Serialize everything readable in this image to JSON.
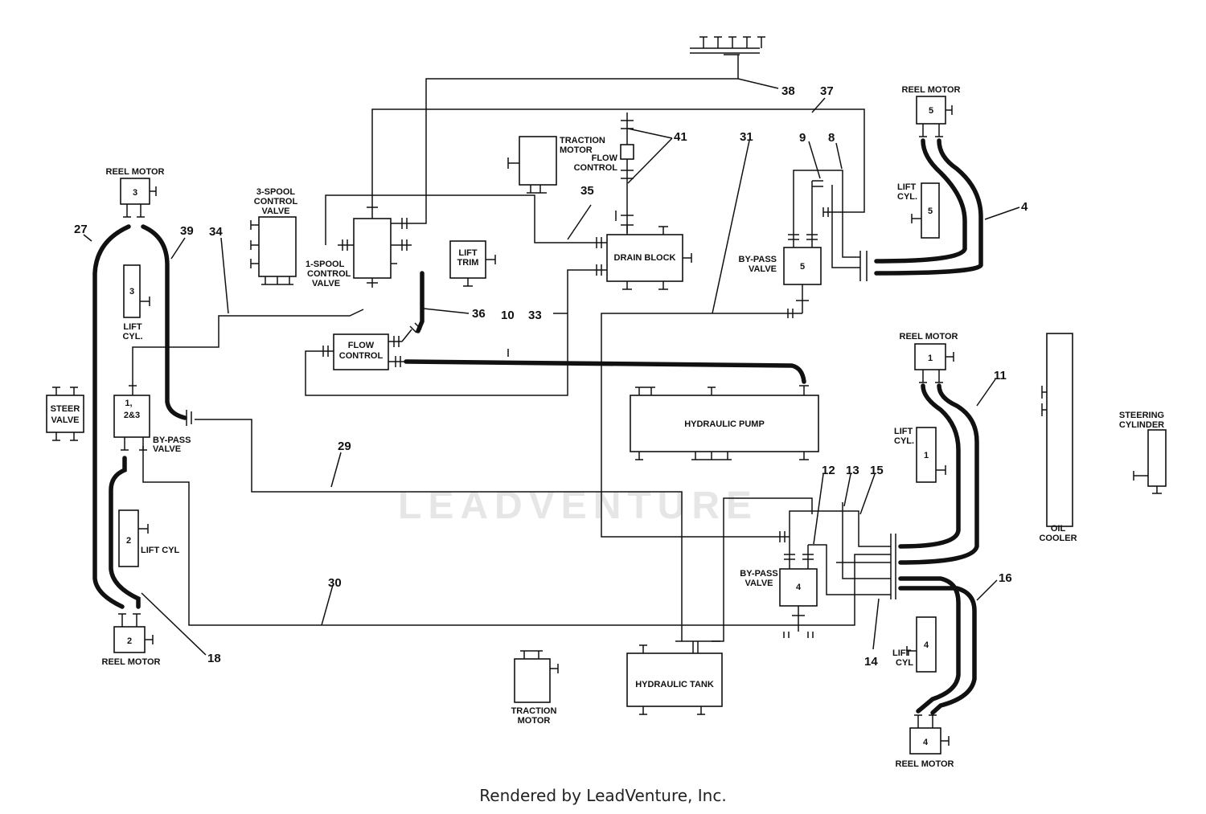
{
  "components": {
    "reel_motor_3": {
      "label": "REEL MOTOR",
      "id": "3"
    },
    "reel_motor_5": {
      "label": "REEL MOTOR",
      "id": "5"
    },
    "reel_motor_1": {
      "label": "REEL MOTOR",
      "id": "1"
    },
    "reel_motor_2": {
      "label": "REEL MOTOR",
      "id": "2"
    },
    "reel_motor_4": {
      "label": "REEL MOTOR",
      "id": "4"
    },
    "lift_cyl_3": {
      "line1": "LIFT",
      "line2": "CYL.",
      "id": "3"
    },
    "lift_cyl_5": {
      "line1": "LIFT",
      "line2": "CYL.",
      "id": "5"
    },
    "lift_cyl_1": {
      "line1": "LIFT",
      "line2": "CYL.",
      "id": "1"
    },
    "lift_cyl_2": {
      "label": "LIFT CYL",
      "id": "2"
    },
    "lift_cyl_4": {
      "line1": "LIFT",
      "line2": "CYL",
      "id": "4"
    },
    "three_spool": {
      "line1": "3-SPOOL",
      "line2": "CONTROL",
      "line3": "VALVE"
    },
    "one_spool": {
      "line1": "1-SPOOL",
      "line2": "CONTROL",
      "line3": "VALVE"
    },
    "traction_motor_top": {
      "line1": "TRACTION",
      "line2": "MOTOR"
    },
    "traction_motor_bottom": {
      "line1": "TRACTION",
      "line2": "MOTOR"
    },
    "flow_control_top": {
      "line1": "FLOW",
      "line2": "CONTROL"
    },
    "flow_control_mid": {
      "line1": "FLOW",
      "line2": "CONTROL"
    },
    "lift_trim": {
      "line1": "LIFT",
      "line2": "TRIM"
    },
    "drain_block": {
      "label": "DRAIN BLOCK"
    },
    "bypass_5": {
      "line1": "BY-PASS",
      "line2": "VALVE",
      "id": "5"
    },
    "bypass_123": {
      "line1": "BY-PASS",
      "line2": "VALVE",
      "id1": "1,",
      "id2": "2&3"
    },
    "bypass_4": {
      "line1": "BY-PASS",
      "line2": "VALVE",
      "id": "4"
    },
    "steer_valve": {
      "line1": "STEER",
      "line2": "VALVE"
    },
    "hydraulic_pump": {
      "label": "HYDRAULIC PUMP"
    },
    "hydraulic_tank": {
      "label": "HYDRAULIC TANK"
    },
    "oil_cooler": {
      "line1": "OIL",
      "line2": "COOLER"
    },
    "steering_cylinder": {
      "line1": "STEERING",
      "line2": "CYLINDER"
    }
  },
  "callouts": [
    "4",
    "8",
    "9",
    "10",
    "11",
    "12",
    "13",
    "14",
    "15",
    "16",
    "18",
    "27",
    "29",
    "30",
    "31",
    "33",
    "34",
    "35",
    "36",
    "37",
    "38",
    "39",
    "41"
  ],
  "watermark": "LEADVENTURE",
  "footer": "Rendered by LeadVenture, Inc."
}
